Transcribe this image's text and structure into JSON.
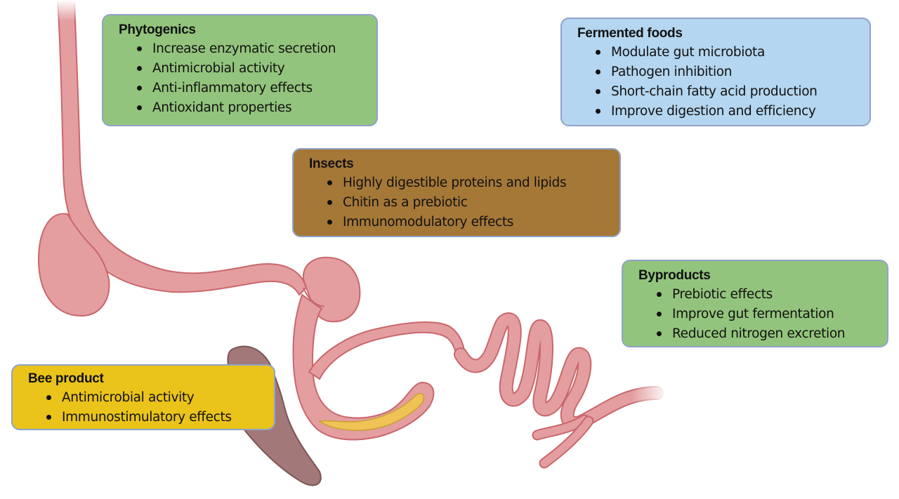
{
  "diagram": {
    "subject": "Digestive tract with feed additive effects",
    "colors": {
      "gut_fill": "#e49ea0",
      "gut_stroke": "#c9676c",
      "organ_fill": "#a27878",
      "organ_stroke": "#7a5555",
      "bile_fill": "#efc356",
      "box_border": "#8fa3c8"
    },
    "boxes": [
      {
        "id": "phytogenics",
        "title": "Phytogenics",
        "color": "#93c47d",
        "items": [
          "Increase enzymatic secretion",
          "Antimicrobial activity",
          "Anti-inflammatory effects",
          "Antioxidant properties"
        ]
      },
      {
        "id": "fermented",
        "title": "Fermented foods",
        "color": "#b4d6f0",
        "items": [
          "Modulate gut microbiota",
          "Pathogen inhibition",
          "Short-chain fatty acid production",
          "Improve digestion and efficiency"
        ]
      },
      {
        "id": "insects",
        "title": "Insects",
        "color": "#a57838",
        "items": [
          "Highly digestible proteins and lipids",
          "Chitin as a prebiotic",
          "Immunomodulatory effects"
        ]
      },
      {
        "id": "byproducts",
        "title": "Byproducts",
        "color": "#93c47d",
        "items": [
          "Prebiotic effects",
          "Improve gut fermentation",
          "Reduced nitrogen excretion"
        ]
      },
      {
        "id": "bee",
        "title": "Bee product",
        "color": "#eac31b",
        "items": [
          "Antimicrobial activity",
          "Immunostimulatory effects"
        ]
      }
    ]
  }
}
